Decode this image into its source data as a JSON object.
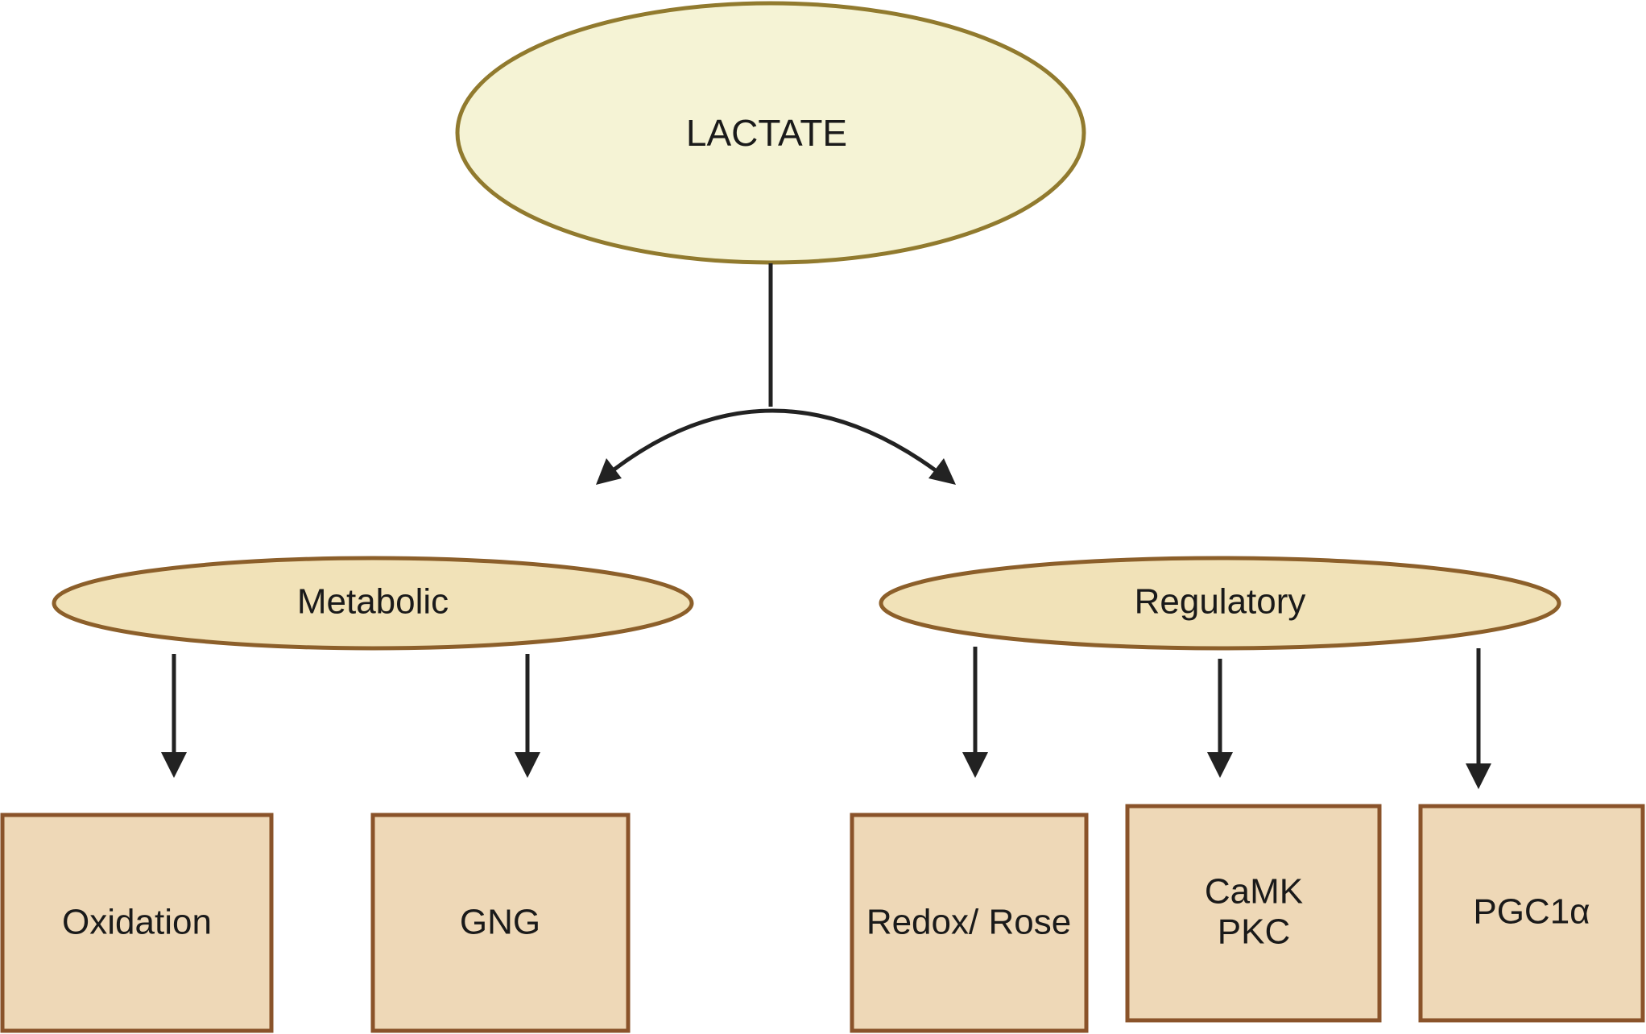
{
  "root": {
    "label": "LACTATE"
  },
  "categories": [
    {
      "id": "metabolic",
      "label": "Metabolic"
    },
    {
      "id": "regulatory",
      "label": "Regulatory"
    }
  ],
  "leaves": [
    {
      "id": "oxidation",
      "parent": "metabolic",
      "lines": [
        "Oxidation"
      ]
    },
    {
      "id": "gng",
      "parent": "metabolic",
      "lines": [
        "GNG"
      ]
    },
    {
      "id": "redox",
      "parent": "regulatory",
      "lines": [
        "Redox/ Rose"
      ]
    },
    {
      "id": "camk-pkc",
      "parent": "regulatory",
      "lines": [
        "CaMK",
        "PKC"
      ]
    },
    {
      "id": "pgc1a",
      "parent": "regulatory",
      "lines": [
        "PGC1α"
      ]
    }
  ],
  "colors": {
    "root_fill": "#f5f3d5",
    "root_stroke": "#917a2e",
    "category_fill": "#f1e2b8",
    "category_stroke": "#8c5f2a",
    "leaf_fill": "#eed8b7",
    "leaf_stroke": "#8a532a",
    "edge": "#222222"
  }
}
